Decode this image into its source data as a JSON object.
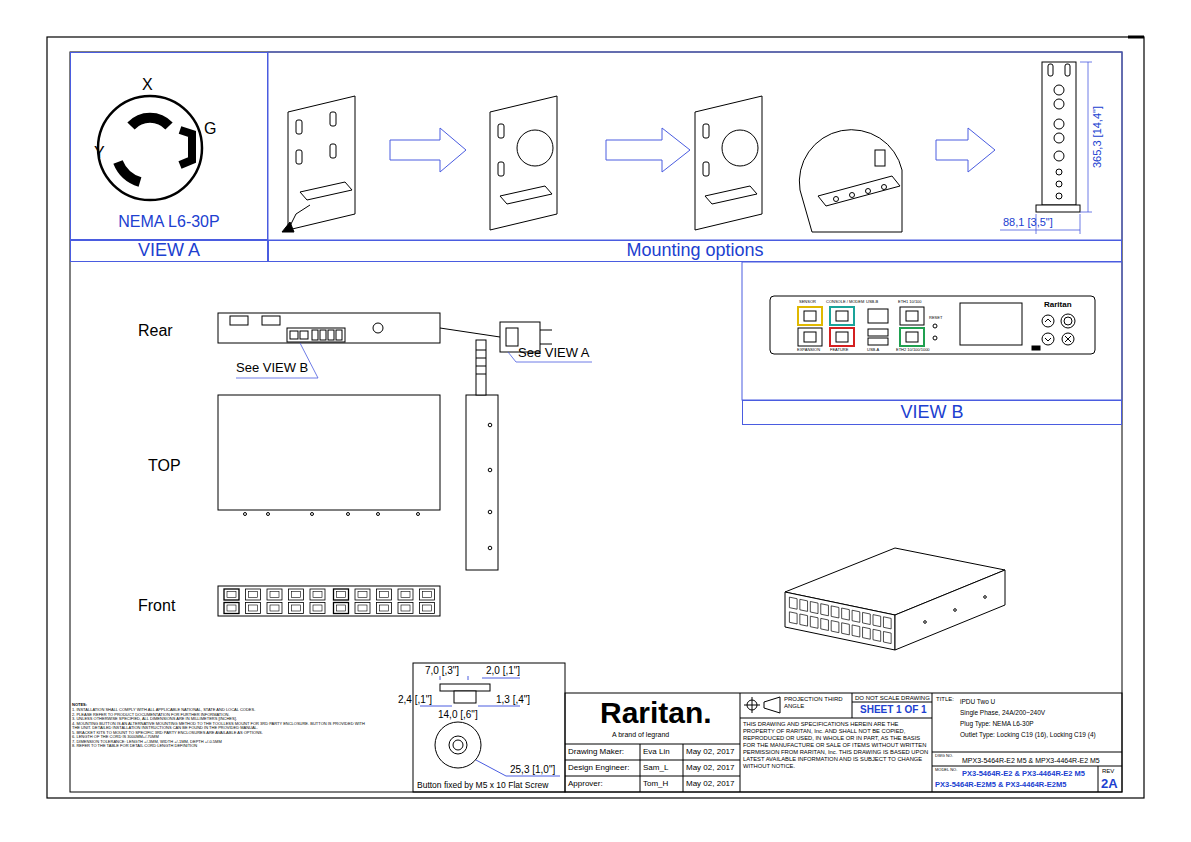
{
  "diagram": {
    "nodes": [
      {
        "text": [
          "NEMA L6-30P"
        ]
      },
      {
        "text": [
          "VIEW A"
        ]
      },
      {
        "text": [
          "Mounting options"
        ]
      },
      {
        "text": [
          "VIEW B"
        ]
      }
    ],
    "labels": [
      "X",
      "Y",
      "G",
      "88,1 [3,5\"]",
      "365,3 [14,4\"]",
      "Rear",
      "See VIEW B",
      "See VIEW A",
      "TOP",
      "Front",
      "SENSOR",
      "CONSOLE / MODEM",
      "USB-B",
      "ETH1 10/100",
      "EXPANSION",
      "FEATURE",
      "USB-A",
      "ETH2 10/100/1000",
      "RESET",
      "Raritan",
      "NOTES:",
      "1. INSTALLATION SHALL COMPLY WITH ALL APPLICABLE NATIONAL, STATE AND LOCAL CODES.",
      "2. PLEASE REFER TO PRODUCT DOCUMENTATION FOR FURTHER INFORMATION.",
      "3. UNLESS OTHERWISE SPECIFIED, ALL DIMENSIONS ARE IN MILLIMETERS [INCHES].",
      "4. MOUNTING BUTTON IS AN ALTERNATIVE MOUNTING METHOD TO THE TOOLLESS MOUNT FOR 3RD PARTY ENCLOSURE. BUTTON IS PROVIDED WITH THE UNIT. DETAILED INSTALLATION INSTRUCTIONS CAN BE FOUND IN THE PROVIDED MANUAL.",
      "5. BRACKET KITS TO MOUNT TO SPECIFIC 3RD PARTY ENCLOSURES ARE AVAILABLE AS OPTIONS.",
      "6. LENGTH OF THE CORD IS 3000MM+/-70MM",
      "7. DIMENSION TOLERANCE: LENGTH +/-3MM, WIDTH +/-1MM, DEPTH +/-0.5MM",
      "8. REFER TO THE TABLE FOR DETAIL CORD LENGTH DEFINITION",
      "7,0 [,3\"]",
      "2,0 [,1\"]",
      "2,4 [,1\"]",
      "1,3 [,4\"]",
      "14,0 [,6\"]",
      "25,3 [1,0\"]",
      "Button fixed by M5 x 10 Flat Screw",
      "Raritan.",
      "A brand of legrand",
      "Drawing Maker:",
      "Eva Lin",
      "May 02, 2017",
      "Design Engineer:",
      "Sam_L",
      "May 02, 2017",
      "Approver:",
      "Tom_H",
      "May 02, 2017",
      "PROJECTION THIRD ANGLE",
      "DO NOT SCALE DRAWING",
      "SHEET 1 OF 1",
      "THIS DRAWING AND SPECIFICATIONS HEREIN ARE THE PROPERTY OF RARITAN, Inc. AND SHALL NOT BE COPIED, REPRODUCED OR USED, IN WHOLE OR IN PART, AS THE BASIS FOR THE MANUFACTURE OR SALE OF ITEMS WITHOUT WRITTEN PERMISSION FROM RARITAN, Inc. THIS DRAWING IS BASED UPON LATEST AVAILABLE INFORMATION AND IS SUBJECT TO CHANGE WITHOUT NOTICE.",
      "TITLE:",
      "iPDU Two U",
      "Single Phase, 24A/200~240V",
      "Plug Type: NEMA L6-30P",
      "Outlet Type: Locking C19 (16), Locking C19 (4)",
      "DWG NO.",
      "MPX3-5464R-E2 M5 & MPX3-4464R-E2 M5",
      "MODEL NO.",
      "PX3-5464R-E2 & PX3-4464R-E2 M5",
      "PX3-5464R-E2M5 & PX3-4464R-E2M5",
      "REV",
      "2A"
    ]
  }
}
